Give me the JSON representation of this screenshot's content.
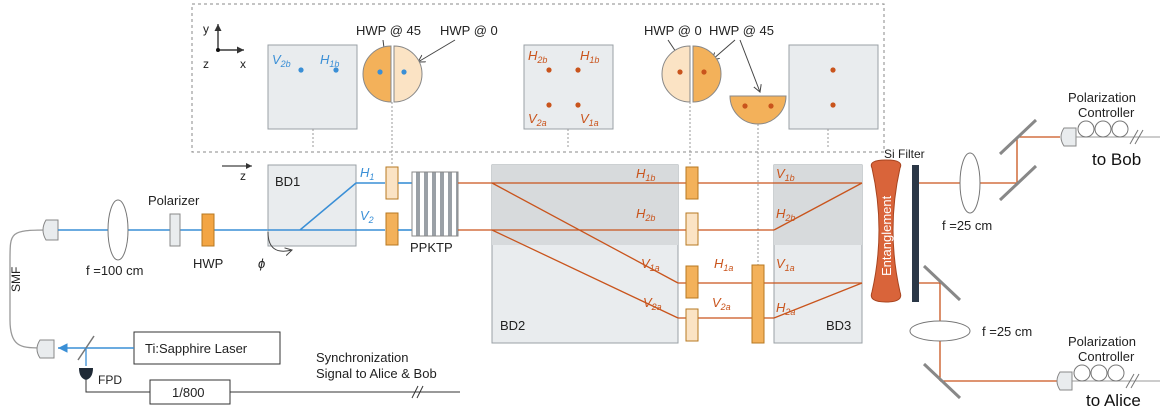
{
  "colors": {
    "blue_beam": "#3a8fd6",
    "orange_beam": "#c9541c",
    "optic_fill": "#e9ecee",
    "bd_fill": "#d7dadc",
    "waveplate_orange": "#f3b15a",
    "waveplate_light": "#fbe3c4",
    "entangle_fill": "#d9643a",
    "filter_fill": "#2a3746"
  },
  "inset": {
    "axes": {
      "y": "y",
      "x": "x",
      "z": "z"
    },
    "hwp_45_a": "HWP @ 45",
    "hwp_0_a": "HWP @ 0",
    "hwp_0_b": "HWP @ 0",
    "hwp_45_b": "HWP @ 45",
    "panel1": {
      "v2b": "V",
      "v2b_sub": "2b",
      "h1b": "H",
      "h1b_sub": "1b"
    },
    "panel2": {
      "h2b": "H",
      "h2b_sub": "2b",
      "h1b": "H",
      "h1b_sub": "1b",
      "v2a": "V",
      "v2a_sub": "2a",
      "v1a": "V",
      "v1a_sub": "1a"
    }
  },
  "labels": {
    "z_axis": "z",
    "smf": "SMF",
    "f100": "f =100 cm",
    "polarizer": "Polarizer",
    "hwp": "HWP",
    "phi": "ϕ",
    "bd1": "BD1",
    "h1": "H",
    "h1_sub": "1",
    "v2": "V",
    "v2_sub": "2",
    "ppktp": "PPKTP",
    "bd2": "BD2",
    "bd3": "BD3",
    "laser": "Ti:Sapphire Laser",
    "fpd": "FPD",
    "divider": "1/800",
    "sync_line1": "Synchronization",
    "sync_line2": "Signal to Alice & Bob",
    "si_filter": "Si Filter",
    "entanglement": "Entanglement",
    "f25_top": "f =25 cm",
    "f25_bottom": "f =25 cm",
    "pc_top_line1": "Polarization",
    "pc_top_line2": "Controller",
    "pc_bottom_line1": "Polarization",
    "pc_bottom_line2": "Controller",
    "to_bob": "to Bob",
    "to_alice": "to Alice"
  },
  "beam_labels": {
    "h1b_l": "H",
    "h1b_l_sub": "1b",
    "h2b_l": "H",
    "h2b_l_sub": "2b",
    "v1a_l": "V",
    "v1a_l_sub": "1a",
    "v2a_l": "V",
    "v2a_l_sub": "2a",
    "h1a": "H",
    "h1a_sub": "1a",
    "v1b_r": "V",
    "v1b_r_sub": "1b",
    "h2b_r": "H",
    "h2b_r_sub": "2b",
    "v1a_r": "V",
    "v1a_r_sub": "1a",
    "h2a_r": "H",
    "h2a_r_sub": "2a",
    "v2a_m": "V",
    "v2a_m_sub": "2a"
  }
}
